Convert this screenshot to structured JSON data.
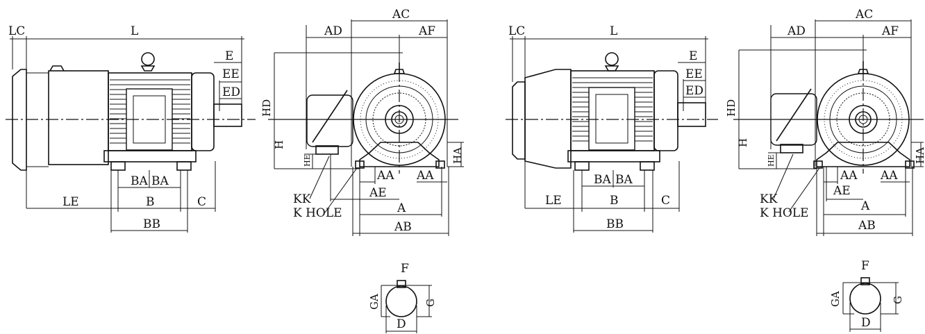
{
  "labels": {
    "LC": "LC",
    "L": "L",
    "E": "E",
    "EE": "EE",
    "ED": "ED",
    "LE": "LE",
    "B": "B",
    "BA": "BA",
    "C": "C",
    "BB": "BB",
    "AC": "AC",
    "AD": "AD",
    "AF": "AF",
    "HD": "HD",
    "H": "H",
    "HE": "HE",
    "HA": "HA",
    "KK": "KK",
    "K_HOLE": "K HOLE",
    "AA": "AA",
    "AE": "AE",
    "A": "A",
    "AB": "AB",
    "F": "F",
    "GA": "GA",
    "G": "G",
    "D": "D"
  },
  "colors": {
    "line": "#111111",
    "background": "#ffffff"
  }
}
